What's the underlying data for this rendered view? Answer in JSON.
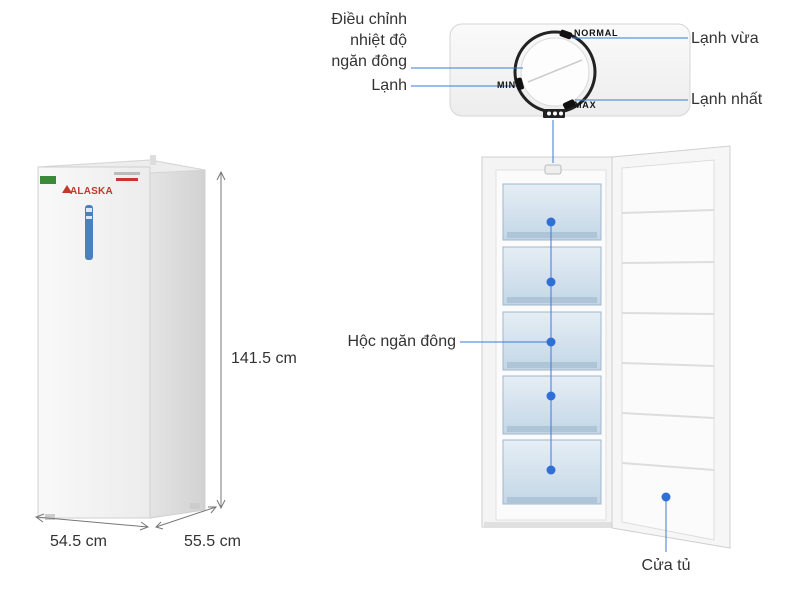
{
  "brand": {
    "logo_text": "ALASKA",
    "accent_color": "#c0392b"
  },
  "dimensions": {
    "height": "141.5 cm",
    "width": "54.5 cm",
    "depth": "55.5 cm"
  },
  "dial": {
    "normal_label": "NORMAL",
    "min_label": "MIN",
    "max_label": "MAX"
  },
  "callouts": {
    "temp_control_line1": "Điều chỉnh",
    "temp_control_line2": "nhiệt độ",
    "temp_control_line3": "ngăn đông",
    "cold": "Lạnh",
    "medium_cold": "Lạnh vừa",
    "coldest": "Lạnh nhất",
    "freezer_drawers": "Hộc ngăn đông",
    "door": "Cửa tủ"
  },
  "colors": {
    "callout_line": "#3a7bd5",
    "callout_dot": "#2f6fd6",
    "appliance_white": "#f4f4f4",
    "drawer_tint": "#cfe0ee"
  }
}
